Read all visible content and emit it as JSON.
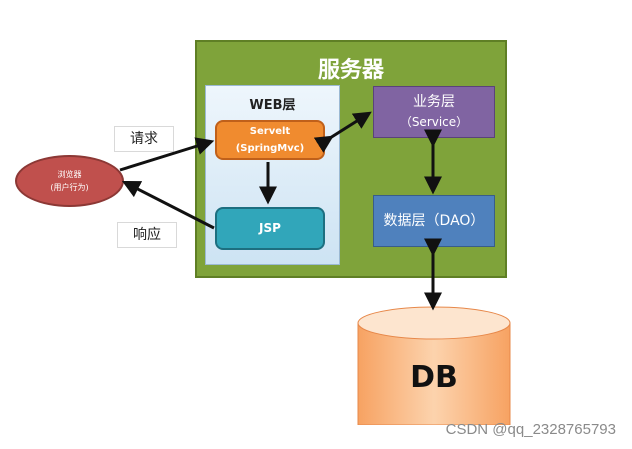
{
  "server": {
    "title": "服务器"
  },
  "web_layer": {
    "title": "WEB层"
  },
  "servlet": {
    "line1": "Servelt",
    "line2": "(SpringMvc)"
  },
  "jsp": {
    "label": "JSP"
  },
  "business_layer": {
    "line1": "业务层",
    "line2": "（Service）"
  },
  "data_layer": {
    "label": "数据层（DAO）"
  },
  "browser": {
    "line1": "浏览器",
    "line2": "(用户行为)"
  },
  "request_label": "请求",
  "response_label": "响应",
  "db": {
    "label": "DB"
  },
  "watermark": "CSDN @qq_2328765793",
  "colors": {
    "server": "#7fa33a",
    "servlet": "#f08b2f",
    "jsp": "#31a6ba",
    "business": "#8064a2",
    "dao": "#4f81bd",
    "browser": "#c0504d",
    "db": "#f9b37a"
  }
}
